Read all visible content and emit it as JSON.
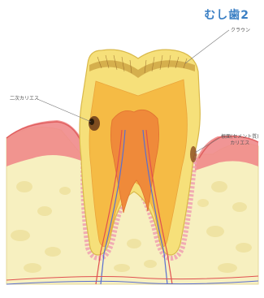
{
  "title": "むし歯2",
  "labels": {
    "crown": "クラウン",
    "secondary_caries": "二次カリエス",
    "root_caries_line1": "根面(セメント質)",
    "root_caries_line2": "カリエス"
  },
  "colors": {
    "title": "#3a7fc4",
    "enamel": "#f6e07a",
    "dentin": "#f5b53c",
    "pulp": "#ef8a3a",
    "gum": "#f08a8a",
    "bone": "#f7f0c0",
    "nerve": "#e05050",
    "vessel": "#5a6fd0",
    "caries": "#6a3a1a"
  }
}
